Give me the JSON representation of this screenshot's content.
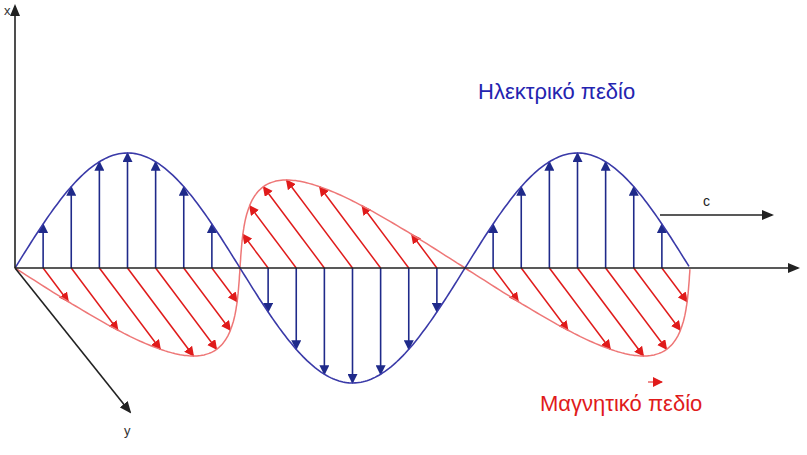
{
  "diagram": {
    "labels": [
      "x",
      "y",
      "Ηλεκτρικό πεδίο",
      "c",
      "Μαγνητικό πεδίο"
    ]
  }
}
